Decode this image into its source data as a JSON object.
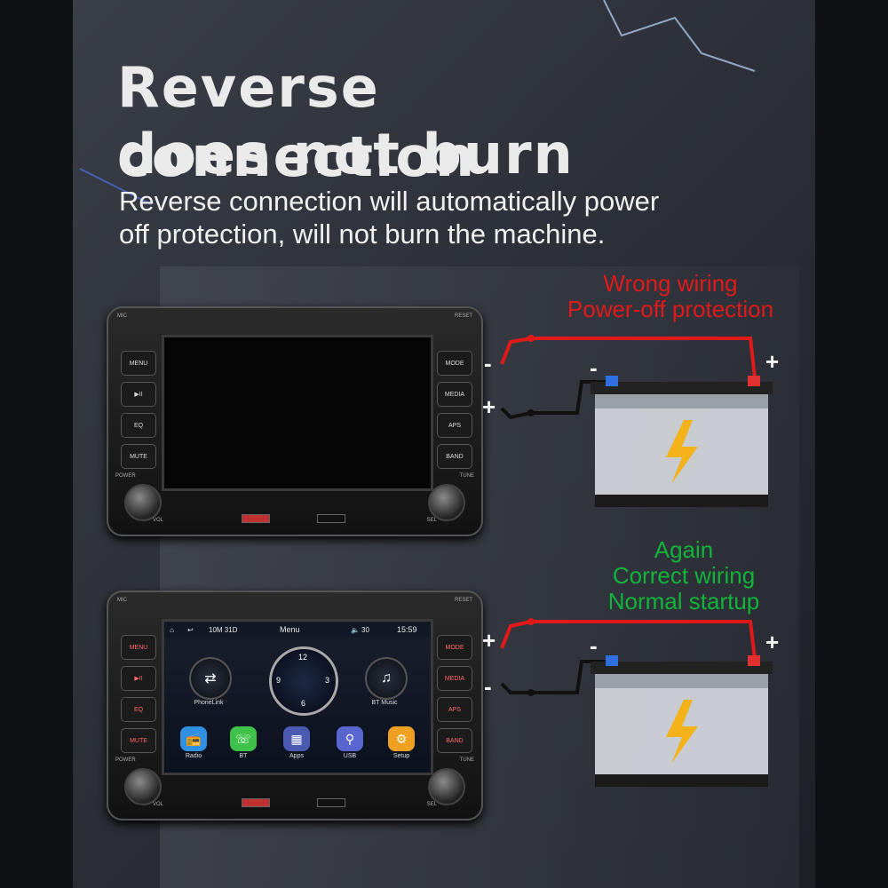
{
  "headline": {
    "line1": "Reverse connection",
    "line2": "does not burn"
  },
  "subtitle": {
    "line1": "Reverse connection will automatically power",
    "line2": "off protection, will not burn the machine."
  },
  "top_panel": {
    "note_line1": "Wrong wiring",
    "note_line2": "Power-off protection",
    "note_color": "#e01a1a",
    "radio_terminal_neg": "-",
    "radio_terminal_pos": "+",
    "battery_neg": "-",
    "battery_pos": "+"
  },
  "bottom_panel": {
    "note_line1": "Again",
    "note_line2": "Correct wiring",
    "note_line3": "Normal startup",
    "note_color": "#12b33a",
    "radio_terminal_pos": "+",
    "radio_terminal_neg": "-",
    "battery_neg": "-",
    "battery_pos": "+"
  },
  "radio": {
    "mic_label": "MIC",
    "reset_label": "RESET",
    "power_label": "POWER",
    "tune_label": "TUNE",
    "vol_label": "VOL",
    "sel_label": "SEL",
    "left_buttons": [
      "MENU",
      "▶II",
      "EQ",
      "MUTE"
    ],
    "right_buttons": [
      "MODE",
      "MEDIA",
      "APS",
      "BAND"
    ]
  },
  "screen": {
    "status_left": "10M 31D",
    "status_center": "Menu",
    "status_volume": "30",
    "status_time": "15:59",
    "clock_numbers": [
      "12",
      "3",
      "6",
      "9"
    ],
    "widgets": [
      {
        "label": "PhoneLink",
        "icon": "phonelink-icon"
      },
      {
        "label": "BT Music",
        "icon": "bt-music-icon"
      }
    ],
    "apps": [
      {
        "label": "Radio",
        "icon": "radio-icon",
        "color": "#2f8fe0"
      },
      {
        "label": "BT",
        "icon": "bt-phone-icon",
        "color": "#3fc24a"
      },
      {
        "label": "Apps",
        "icon": "apps-icon",
        "color": "#4a5ab0"
      },
      {
        "label": "USB",
        "icon": "usb-icon",
        "color": "#5a66d0"
      },
      {
        "label": "Setup",
        "icon": "setup-icon",
        "color": "#f0a020"
      }
    ]
  },
  "colors": {
    "wire_red": "#e01a1a",
    "wire_black": "#1a1a1a",
    "battery_terminal_neg": "#2f6fe0",
    "battery_terminal_pos": "#e03030",
    "bolt": "#f3b21a"
  }
}
